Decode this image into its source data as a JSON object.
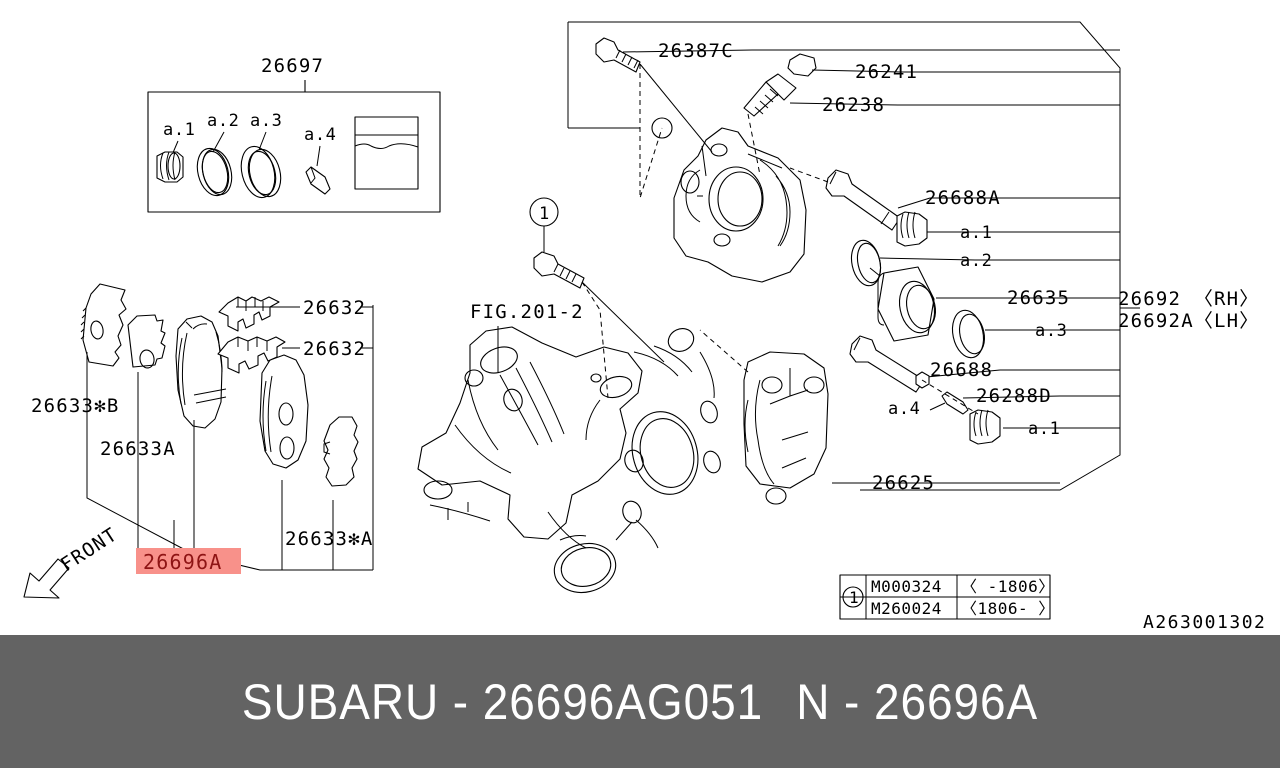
{
  "caption": {
    "brand_part": "SUBARU - 26696AG051",
    "alt_part": "N - 26696A"
  },
  "diagram": {
    "id_code": "A263001302",
    "front_arrow_label": "FRONT",
    "fig_reference": "FIG.201-2",
    "highlight_color": "#f8918a",
    "highlight_text_color": "#8e1414",
    "bar_color": "#636363",
    "highlighted_part": "26696A"
  },
  "kit_box": {
    "part_number": "26697",
    "items": [
      {
        "tag": "a.1",
        "name": "piston-boot"
      },
      {
        "tag": "a.2",
        "name": "dust-seal-ring"
      },
      {
        "tag": "a.3",
        "name": "piston-seal-ring"
      },
      {
        "tag": "a.4",
        "name": "sleeve-bush"
      },
      {
        "tag": "",
        "name": "grease-packet"
      }
    ]
  },
  "pad_group": {
    "callouts": [
      {
        "label": "26633✻B",
        "name": "pad-shim-b"
      },
      {
        "label": "26633A",
        "name": "pad-shim-a"
      },
      {
        "label": "26632",
        "name": "pad-clip-upper"
      },
      {
        "label": "26632",
        "name": "pad-clip-lower"
      },
      {
        "label": "26633✻A",
        "name": "pad-shim-inner"
      },
      {
        "label": "26696A",
        "name": "brake-pad-kit"
      }
    ]
  },
  "caliper_group": {
    "callouts": [
      {
        "label": "26387C",
        "name": "bleeder-bolt"
      },
      {
        "label": "26241",
        "name": "bleeder-cap"
      },
      {
        "label": "26238",
        "name": "bleeder-screw"
      },
      {
        "label": "26688A",
        "name": "guide-pin-upper"
      },
      {
        "label": "a.1",
        "name": "guide-pin-boot-upper"
      },
      {
        "label": "a.2",
        "name": "dust-seal"
      },
      {
        "label": "26635",
        "name": "caliper-piston"
      },
      {
        "label": "a.3",
        "name": "piston-seal"
      },
      {
        "label": "26688",
        "name": "guide-pin-lower"
      },
      {
        "label": "26288D",
        "name": "guide-pin-sleeve"
      },
      {
        "label": "a.4",
        "name": "sleeve-bush-lower"
      },
      {
        "label": "a.1",
        "name": "guide-pin-boot-lower"
      },
      {
        "label": "26625",
        "name": "caliper-bracket"
      }
    ],
    "assembly_rh": "26692 〈RH〉",
    "assembly_lh": "26692A〈LH〉"
  },
  "legend_table": {
    "marker": "1",
    "rows": [
      {
        "part": "M000324",
        "range": "〈 -1806〉"
      },
      {
        "part": "M260024",
        "range": "〈1806- 〉"
      }
    ]
  }
}
